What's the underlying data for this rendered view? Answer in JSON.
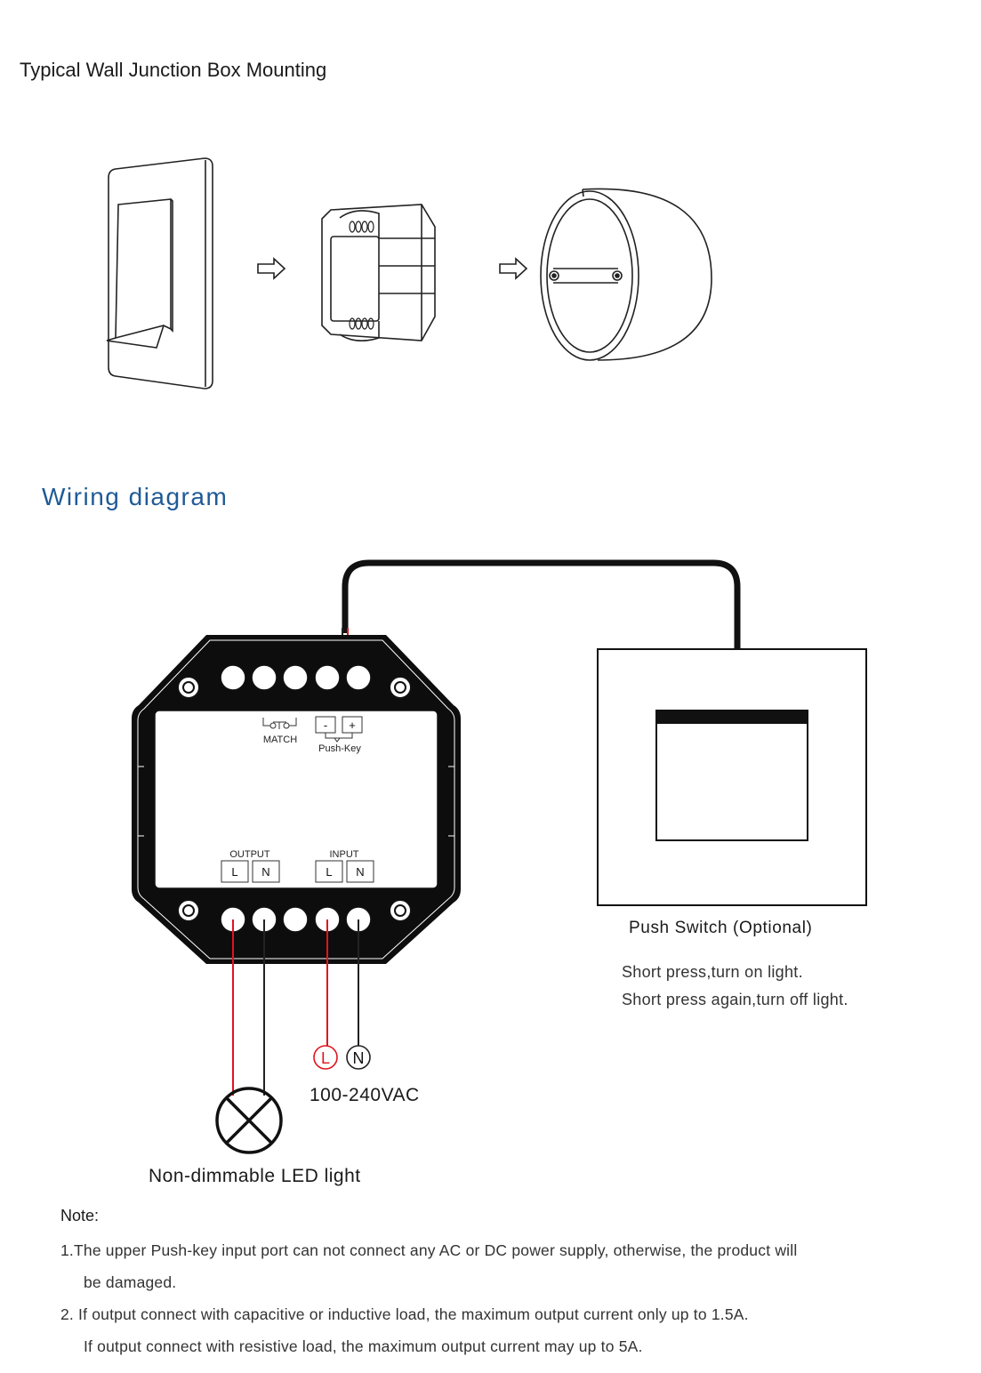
{
  "mounting": {
    "title": "Typical Wall Junction Box Mounting"
  },
  "wiring": {
    "title": "Wiring diagram",
    "module": {
      "match_label": "MATCH",
      "push_key_label": "Push-Key",
      "minus_label": "-",
      "plus_label": "+",
      "output_label": "OUTPUT",
      "input_label": "INPUT",
      "output_l": "L",
      "output_n": "N",
      "input_l": "L",
      "input_n": "N"
    },
    "supply": {
      "l_label": "L",
      "n_label": "N",
      "voltage": "100-240VAC"
    },
    "switch": {
      "caption": "Push Switch (Optional)",
      "desc1": "Short press,turn on light.",
      "desc2": "Short press again,turn off light."
    },
    "led_caption": "Non-dimmable LED light",
    "colors": {
      "live_wire": "#e0141e",
      "title_blue": "#1f5a96",
      "module_fill": "#0d0d0d"
    }
  },
  "notes": {
    "title": "Note:",
    "line1a": "1.The upper Push-key input port can not connect any AC or DC power supply,  otherwise, the product will",
    "line1b": "be damaged.",
    "line2a": "2. If output connect with capacitive or inductive load, the maximum output current only up to 1.5A.",
    "line2b": "If output connect with resistive load, the maximum output current may up to 5A."
  }
}
